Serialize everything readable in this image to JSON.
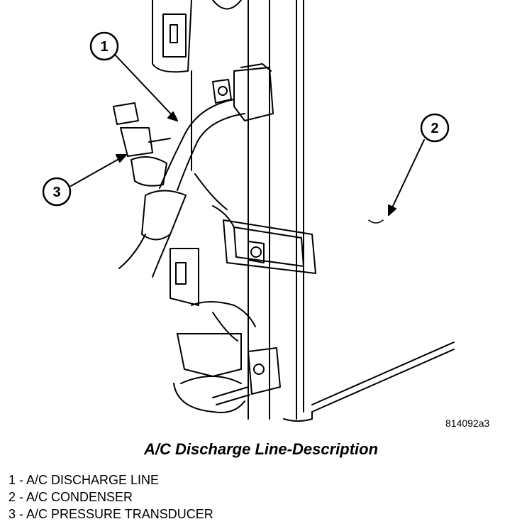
{
  "figure": {
    "callouts": [
      {
        "number": "1"
      },
      {
        "number": "2"
      },
      {
        "number": "3"
      }
    ],
    "code": "814092a3"
  },
  "caption": "A/C Discharge Line-Description",
  "legend": [
    "1 - A/C DISCHARGE LINE",
    "2 - A/C CONDENSER",
    "3 - A/C PRESSURE TRANSDUCER"
  ],
  "colors": {
    "ink": "#000000",
    "paper": "#ffffff"
  }
}
